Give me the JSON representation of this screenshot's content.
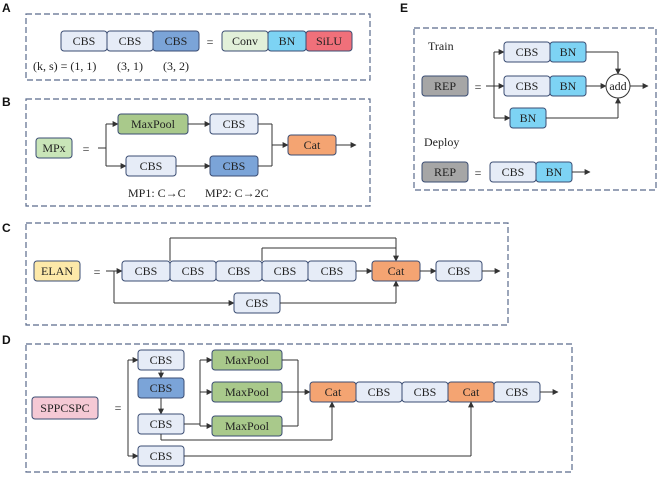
{
  "colors": {
    "cbs_light": "#e6ecf7",
    "cbs_dark": "#7ba4d8",
    "conv": "#e2f0d9",
    "bn": "#7dd3f4",
    "silu": "#f0707a",
    "mpx": "#c9e5b8",
    "maxpool": "#a9c98b",
    "cat": "#f4a472",
    "elan": "#fde9a9",
    "sppcspc": "#f5c9d5",
    "rep": "#a6a6a6"
  },
  "panels": {
    "a": "A",
    "b": "B",
    "c": "C",
    "d": "D",
    "e": "E"
  },
  "labels": {
    "cbs": "CBS",
    "conv": "Conv",
    "bn": "BN",
    "silu": "SiLU",
    "equals": "=",
    "mpx": "MPx",
    "maxpool": "MaxPool",
    "cat": "Cat",
    "elan": "ELAN",
    "sppcspc": "SPPCSPC",
    "rep": "REP",
    "add": "add",
    "train": "Train",
    "deploy": "Deploy"
  },
  "panel_a_params": [
    "(k, s) = (1, 1)",
    "(3, 1)",
    "(3, 2)"
  ],
  "panel_b_notes": [
    "MP1: C→C",
    "MP2: C→2C"
  ]
}
